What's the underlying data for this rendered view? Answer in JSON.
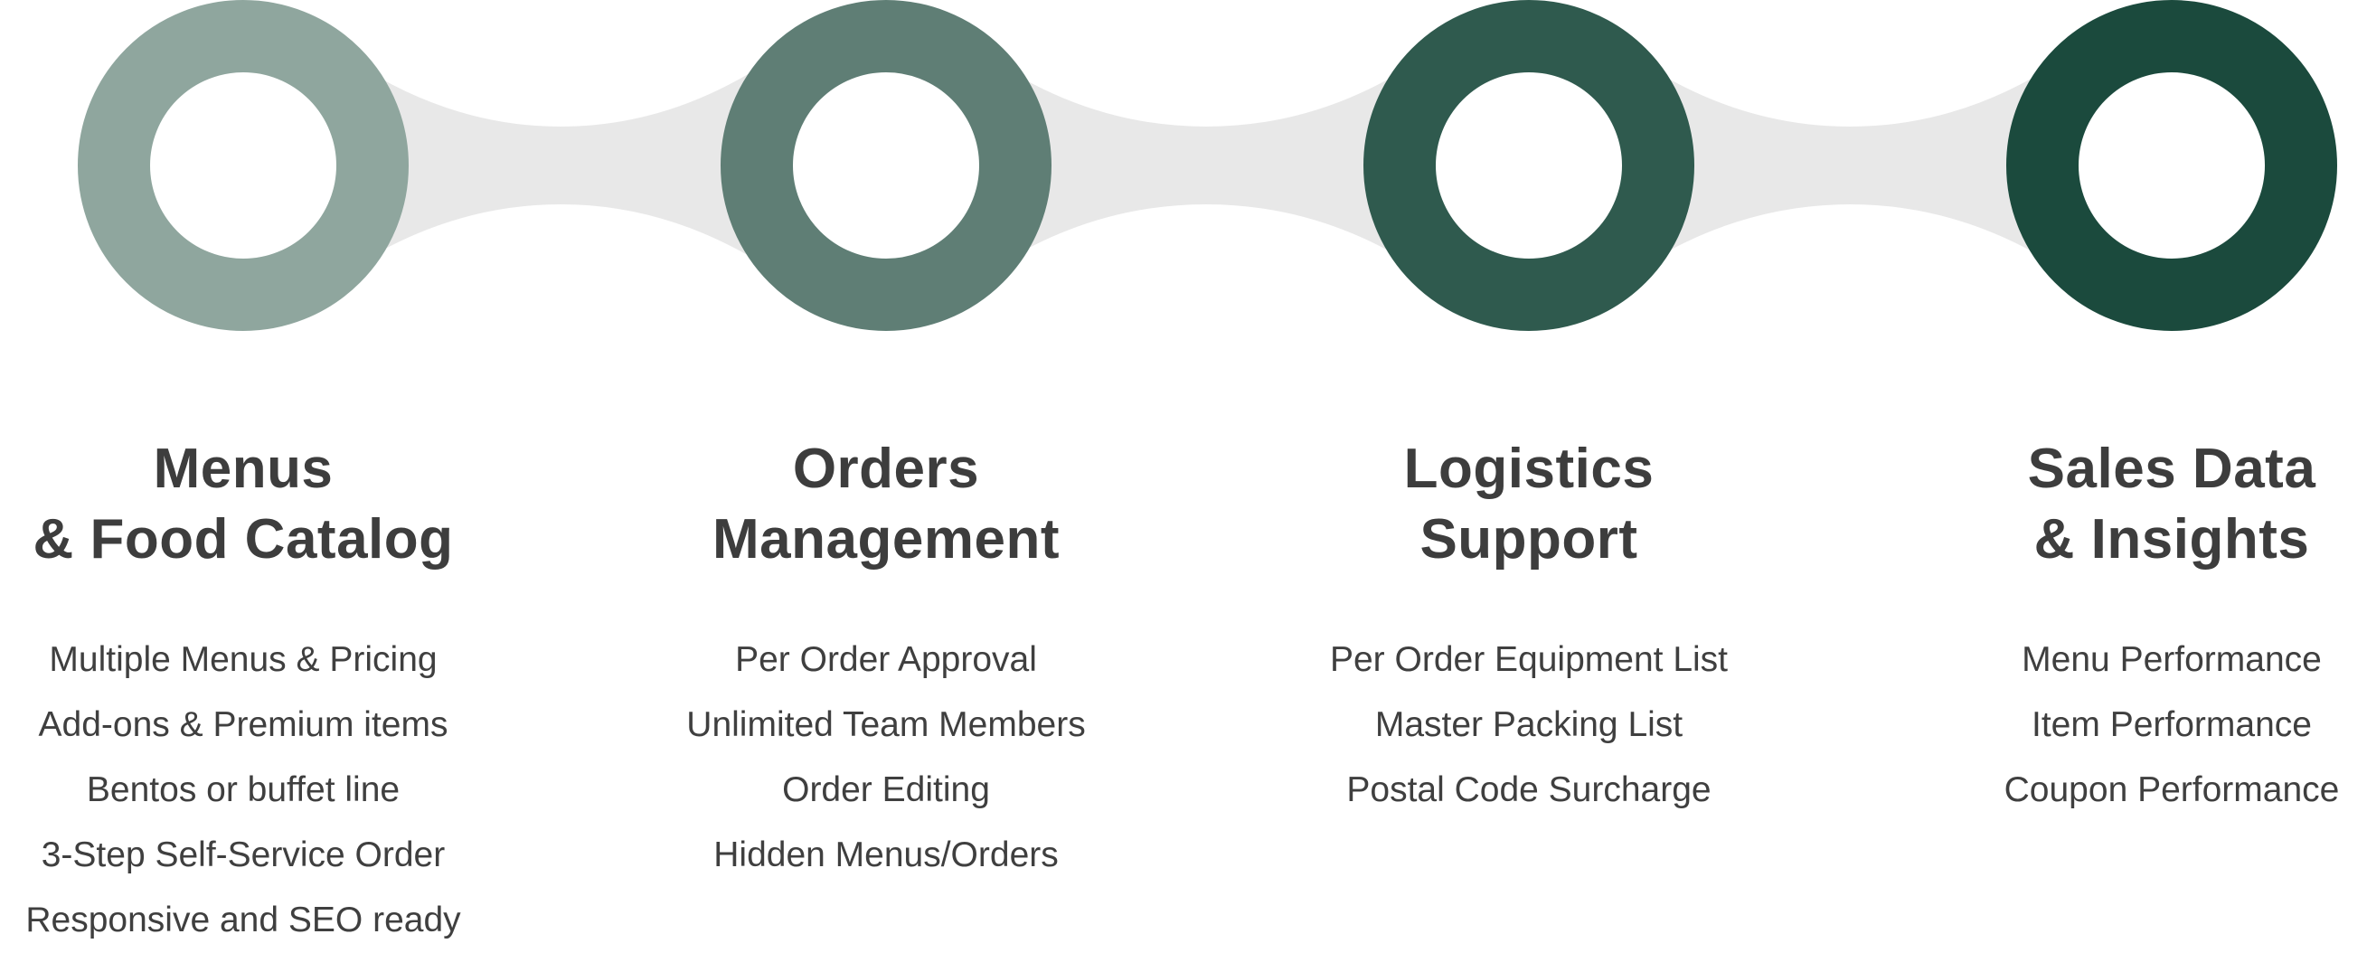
{
  "colors": {
    "connector": "#e8e8e8",
    "ring_1": "#8fa69e",
    "ring_2": "#5f7e75",
    "ring_3": "#2f5a4e",
    "ring_4": "#1b4a3d",
    "heading_text": "#3d3d3d",
    "body_text": "#3f3f3f"
  },
  "steps": [
    {
      "title_line1": "Menus",
      "title_line2": "& Food Catalog",
      "features": [
        "Multiple Menus & Pricing",
        "Add-ons & Premium items",
        "Bentos or buffet line",
        "3-Step Self-Service Order",
        "Responsive and SEO ready"
      ]
    },
    {
      "title_line1": "Orders",
      "title_line2": "Management",
      "features": [
        "Per Order Approval",
        "Unlimited Team Members",
        "Order Editing",
        "Hidden Menus/Orders"
      ]
    },
    {
      "title_line1": "Logistics",
      "title_line2": "Support",
      "features": [
        "Per Order Equipment List",
        "Master Packing List",
        "Postal Code Surcharge"
      ]
    },
    {
      "title_line1": "Sales Data",
      "title_line2": "& Insights",
      "features": [
        "Menu Performance",
        "Item Performance",
        "Coupon Performance"
      ]
    }
  ]
}
